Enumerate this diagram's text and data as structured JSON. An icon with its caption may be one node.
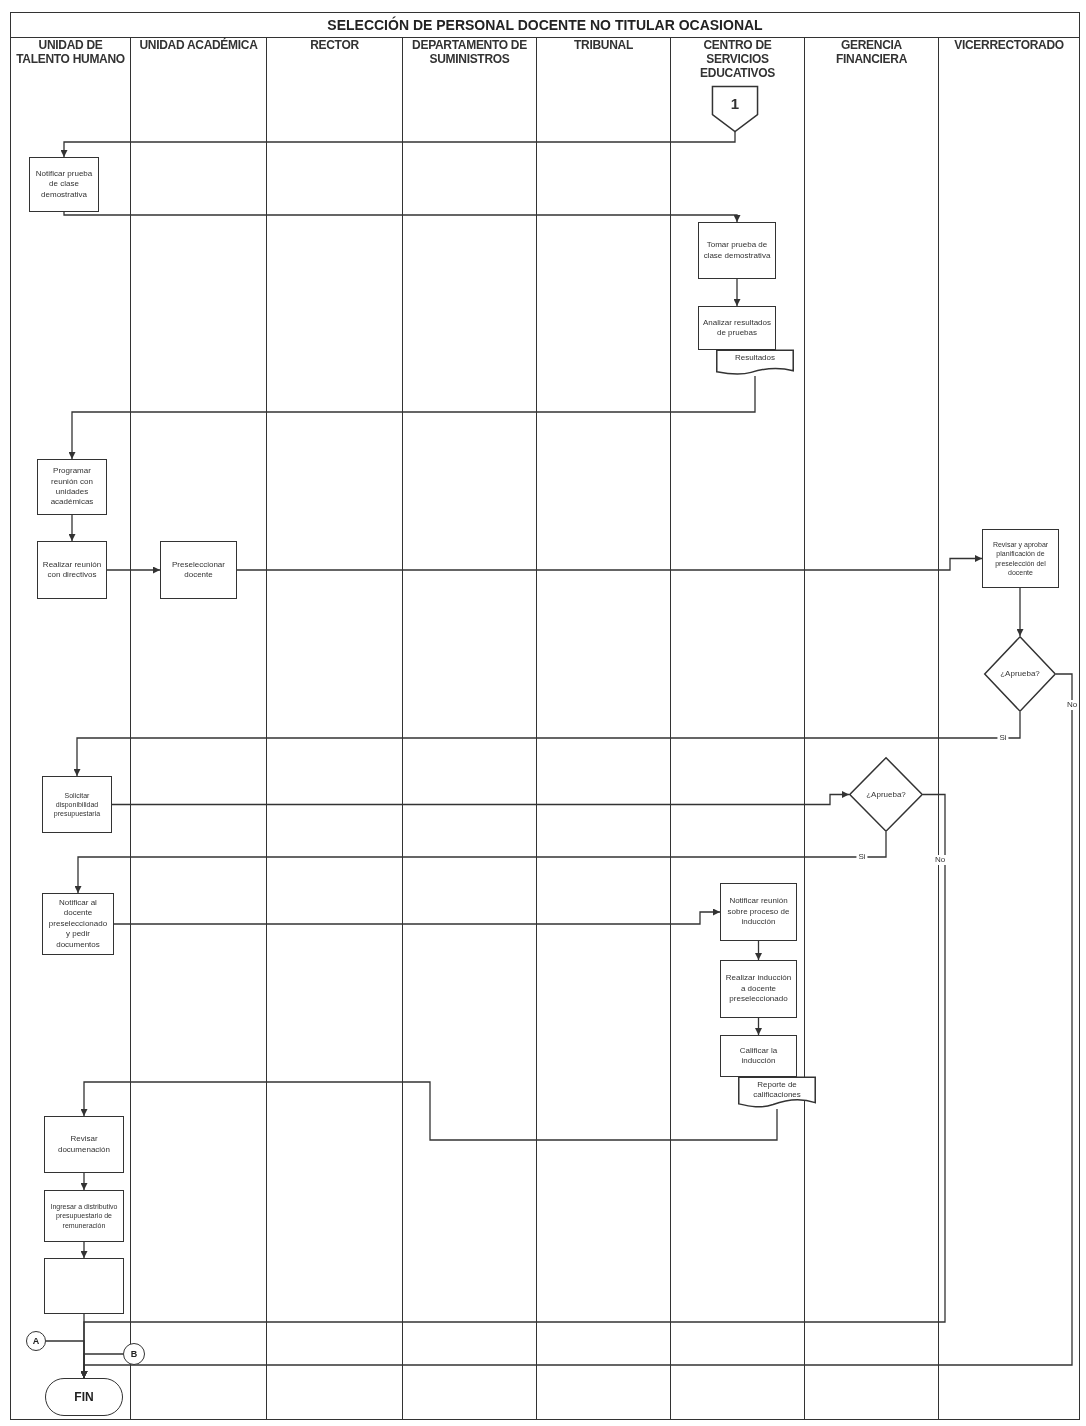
{
  "diagram": {
    "title": "SELECCIÓN DE PERSONAL DOCENTE NO TITULAR OCASIONAL",
    "nodes": [
      {
        "text": [
          "1"
        ]
      },
      {
        "text": [
          "Notificar prueba de clase demostrativa"
        ]
      },
      {
        "text": [
          "Tomar prueba de clase demostrativa"
        ]
      },
      {
        "text": [
          "Analizar resultados de pruebas"
        ]
      },
      {
        "text": [
          "Resultados"
        ]
      },
      {
        "text": [
          "Programar reunión con unidades académicas"
        ]
      },
      {
        "text": [
          "Realizar reunión con directivos"
        ]
      },
      {
        "text": [
          "Preseleccionar docente"
        ]
      },
      {
        "text": [
          "Revisar y aprobar planificación de preselección del docente"
        ]
      },
      {
        "text": [
          "¿Aprueba?"
        ]
      },
      {
        "text": [
          "Solicitar disponibilidad presupuestaria"
        ]
      },
      {
        "text": [
          "¿Aprueba?"
        ]
      },
      {
        "text": [
          "Notificar al docente preseleccionado y pedir documentos"
        ]
      },
      {
        "text": [
          "Notificar reunión sobre proceso de inducción"
        ]
      },
      {
        "text": [
          "Realizar inducción a docente preseleccionado"
        ]
      },
      {
        "text": [
          "Calificar la inducción"
        ]
      },
      {
        "text": [
          "Reporte de calificaciones"
        ]
      },
      {
        "text": [
          "Revisar documenación"
        ]
      },
      {
        "text": [
          "Ingresar a distributivo presupuestario de remuneración"
        ]
      },
      {
        "text": [],
        "shape": "box"
      },
      {
        "text": [
          "A"
        ]
      },
      {
        "text": [
          "B"
        ]
      },
      {
        "text": [
          "FIN"
        ]
      }
    ],
    "edges": [
      {
        "from": 0,
        "to": 1,
        "arrow": "to"
      },
      {
        "from": 1,
        "to": 2,
        "arrow": "to"
      },
      {
        "from": 2,
        "to": 3,
        "arrow": "to"
      },
      {
        "from": 4,
        "to": 5,
        "arrow": "to"
      },
      {
        "from": 5,
        "to": 6,
        "arrow": "to"
      },
      {
        "from": 6,
        "to": 7,
        "arrow": "to"
      },
      {
        "from": 7,
        "to": 8,
        "arrow": "to"
      },
      {
        "from": 8,
        "to": 9,
        "arrow": "to"
      },
      {
        "from": 9,
        "to": 10,
        "arrow": "to",
        "label": "Si"
      },
      {
        "from": 9,
        "to": 22,
        "arrow": "to",
        "label": "No"
      },
      {
        "from": 10,
        "to": 11,
        "arrow": "to"
      },
      {
        "from": 11,
        "to": 12,
        "arrow": "to",
        "label": "Si"
      },
      {
        "from": 11,
        "to": 22,
        "arrow": "to",
        "label": "No"
      },
      {
        "from": 12,
        "to": 13,
        "arrow": "to"
      },
      {
        "from": 13,
        "to": 14,
        "arrow": "to"
      },
      {
        "from": 14,
        "to": 15,
        "arrow": "to"
      },
      {
        "from": 16,
        "to": 17,
        "arrow": "to"
      },
      {
        "from": 17,
        "to": 18,
        "arrow": "to"
      },
      {
        "from": 18,
        "to": 19,
        "arrow": "to"
      },
      {
        "from": 19,
        "to": 22,
        "arrow": "to"
      },
      {
        "from": 20,
        "to": 22,
        "arrow": "to"
      },
      {
        "from": 21,
        "to": 22,
        "arrow": "to"
      }
    ],
    "labels": [
      "UNIDAD DE TALENTO HUMANO",
      "UNIDAD ACADÉMICA",
      "RECTOR",
      "DEPARTAMENTO DE SUMINISTROS",
      "TRIBUNAL",
      "CENTRO DE SERVICIOS EDUCATIVOS",
      "GERENCIA FINANCIERA",
      "VICERRECTORADO"
    ]
  }
}
